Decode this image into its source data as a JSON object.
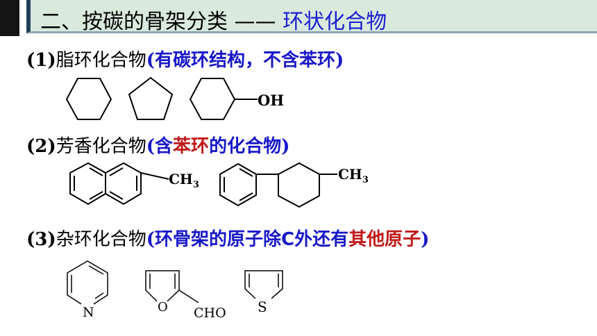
{
  "header": {
    "title_main": "二、按碳的骨架分类 ——",
    "title_accent": "环状化合物"
  },
  "sections": [
    {
      "number": "(1)",
      "name": "脂环化合物",
      "open": "(",
      "note": "有碳环结构，不含苯环",
      "close": ")"
    },
    {
      "number": "(2)",
      "name": "芳香化合物",
      "open": "(",
      "note_before": "含",
      "note_highlight": "苯环",
      "note_after": "的化合物",
      "close": ")"
    },
    {
      "number": "(3)",
      "name": "杂环化合物",
      "open": "(",
      "note_before": "环骨架的原子除C外还有",
      "note_highlight": "其他原子",
      "close": ")"
    }
  ],
  "structures": {
    "cyclohexanol_group": "OH",
    "methylnaphthalene_group": "CH",
    "methylnaphthalene_sub": "3",
    "phenylmethylcyclohexane_group": "CH",
    "phenylmethylcyclohexane_sub": "3",
    "pyridine_atom": "N",
    "furfural_atom": "O",
    "furfural_group": "CHO",
    "thiophene_atom": "S"
  }
}
